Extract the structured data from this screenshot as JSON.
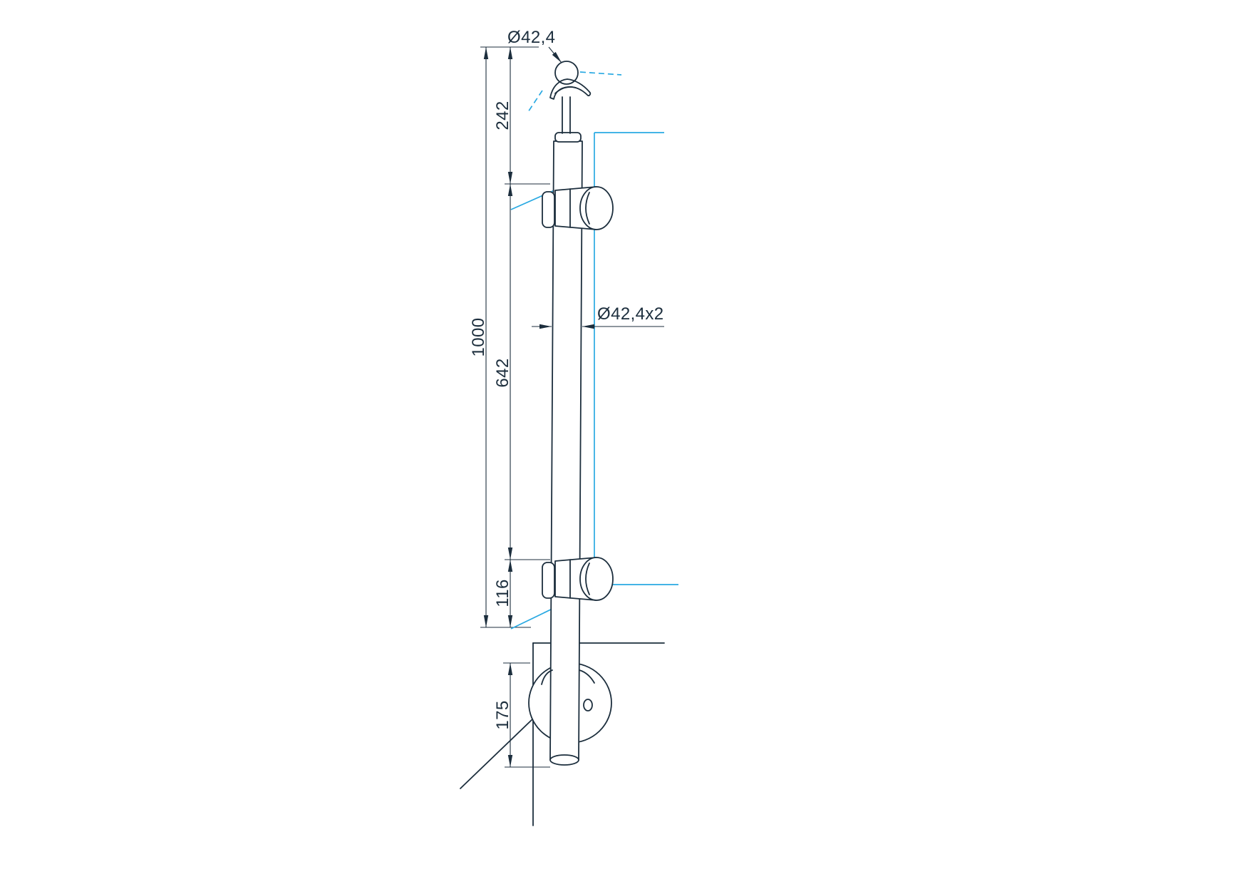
{
  "drawing": {
    "title": "Glass railing post technical drawing",
    "description": "Dimensioned side view of a round railing post with handrail saddle, two glass clamps and round base flange",
    "labels": {
      "top_diameter": "Ø42,4",
      "tube_spec": "Ø42,4x2",
      "dim_242": "242",
      "dim_1000": "1000",
      "dim_642": "642",
      "dim_116": "116",
      "dim_175": "175"
    },
    "colors": {
      "line": "#1c2e3d",
      "accent": "#29a9e2",
      "background": "#ffffff"
    }
  }
}
